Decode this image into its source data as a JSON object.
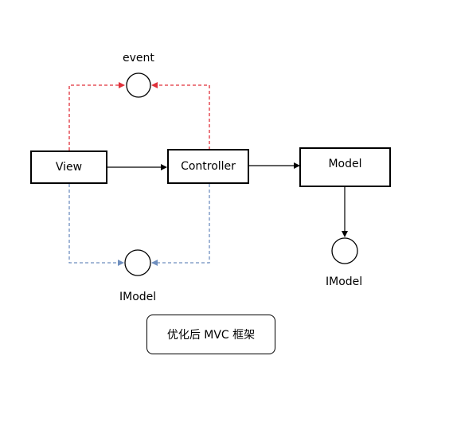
{
  "nodes": {
    "view": "View",
    "controller": "Controller",
    "model": "Model"
  },
  "labels": {
    "event": "event",
    "imodel_left": "IModel",
    "imodel_right": "IModel"
  },
  "caption": "优化后 MVC 框架",
  "colors": {
    "event_line": "#e0303a",
    "imodel_line": "#6f8fbf",
    "solid_line": "#000000"
  }
}
